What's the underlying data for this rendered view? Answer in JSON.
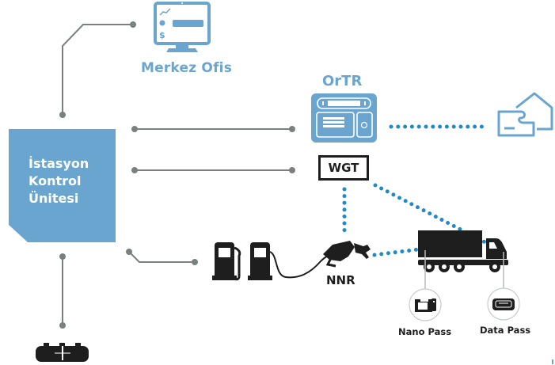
{
  "diagram": {
    "colors": {
      "accent_blue": "#6aa5cf",
      "dot_blue": "#1f8ac6",
      "connector_gray": "#7a8080",
      "icon_dark": "#1e1e1e"
    },
    "nodes": {
      "station_control_unit": {
        "label_lines": [
          "İstasyon",
          "Kontrol",
          "Ünitesi"
        ]
      },
      "head_office": {
        "label": "Merkez Ofis",
        "icon": "monitor-dashboard-icon"
      },
      "ortr": {
        "label": "OrTR",
        "icon": "terminal-keypad-icon"
      },
      "wgt": {
        "label": "WGT"
      },
      "payment": {
        "icon": "card-envelope-icon"
      },
      "pumps": {
        "icon": "fuel-pump-icon"
      },
      "nnr": {
        "label": "NNR",
        "icon": "fuel-nozzle-icon"
      },
      "truck": {
        "icon": "truck-icon"
      },
      "nano_pass": {
        "label": "Nano Pass",
        "icon": "nano-pass-device-icon"
      },
      "data_pass": {
        "label": "Data Pass",
        "icon": "data-pass-device-icon"
      },
      "tank": {
        "icon": "fuel-tank-icon"
      }
    },
    "connections": [
      {
        "from": "station_control_unit",
        "to": "head_office",
        "style": "wired"
      },
      {
        "from": "station_control_unit",
        "to": "ortr",
        "style": "wired"
      },
      {
        "from": "station_control_unit",
        "to": "wgt",
        "style": "wired"
      },
      {
        "from": "station_control_unit",
        "to": "pumps",
        "style": "wired"
      },
      {
        "from": "station_control_unit",
        "to": "tank",
        "style": "wired"
      },
      {
        "from": "ortr",
        "to": "payment",
        "style": "wireless"
      },
      {
        "from": "wgt",
        "to": "nnr",
        "style": "wireless"
      },
      {
        "from": "wgt",
        "to": "truck",
        "style": "wireless"
      },
      {
        "from": "nnr",
        "to": "truck",
        "style": "wireless"
      },
      {
        "from": "truck",
        "to": "nano_pass",
        "style": "link"
      },
      {
        "from": "truck",
        "to": "data_pass",
        "style": "link"
      }
    ]
  }
}
